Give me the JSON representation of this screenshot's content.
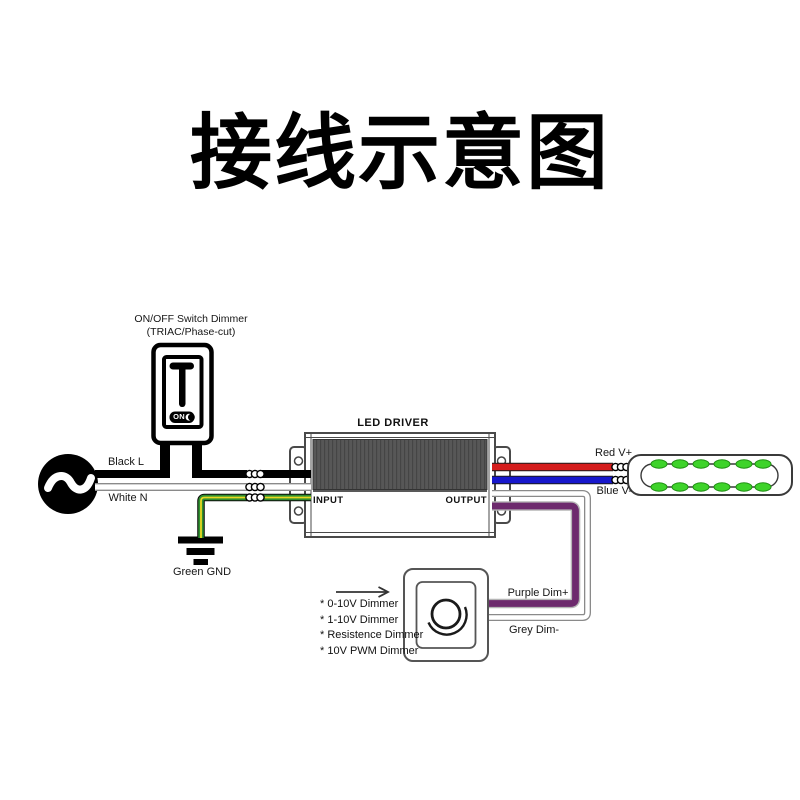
{
  "title": "接线示意图",
  "switch_dimmer": {
    "name_line1": "ON/OFF Switch Dimmer",
    "name_line2": "(TRIAC/Phase-cut)",
    "on_label": "ON"
  },
  "input_wires": {
    "live_label": "Black L",
    "neutral_label": "White N",
    "ground_label": "Green GND"
  },
  "led_driver": {
    "title": "LED DRIVER",
    "input_label": "INPUT",
    "output_label": "OUTPUT"
  },
  "output_wires": {
    "positive_label": "Red V+",
    "negative_label": "Blue V-",
    "dim_positive_label": "Purple Dim+",
    "dim_negative_label": "Grey Dim-"
  },
  "dimmer_note": {
    "items": [
      "* 0-10V Dimmer",
      "* 1-10V Dimmer",
      "* Resistence Dimmer",
      "* 10V PWM Dimmer"
    ]
  },
  "led_module": {
    "leds_per_row": 6,
    "rows": 2
  },
  "colors": {
    "wire_live": "#000000",
    "wire_neutral": "#ffffff",
    "wire_ground_green": "#2f8f2f",
    "wire_ground_stripe": "#e8d820",
    "wire_positive": "#d41c1c",
    "wire_negative": "#1717cc",
    "wire_dim_positive": "#6d2a6d",
    "wire_dim_negative": "#c8c8c8",
    "led_green": "#3ed32a",
    "heatsink_grey": "#575757"
  }
}
